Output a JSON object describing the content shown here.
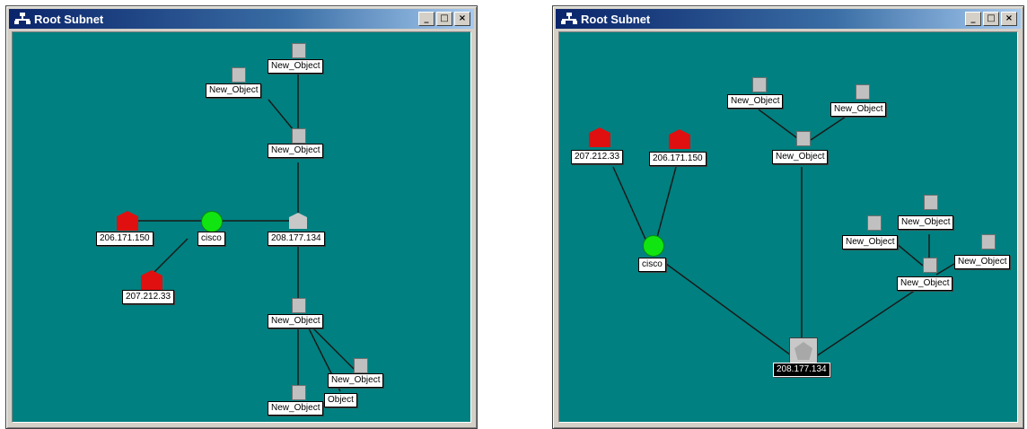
{
  "colors": {
    "canvas": "#008080",
    "router_red": "#e01010",
    "cisco_green": "#11e511",
    "object_gray": "#c0c0c0"
  },
  "windows": [
    {
      "title": "Root Subnet",
      "controls": {
        "minimize": "_",
        "maximize": "□",
        "close": "×"
      },
      "nodes": [
        {
          "label": "New_Object",
          "icon": "square-object-icon"
        },
        {
          "label": "New_Object",
          "icon": "square-object-icon"
        },
        {
          "label": "New_Object",
          "icon": "square-object-icon"
        },
        {
          "label": "206.171.150",
          "icon": "red-hexagon-icon"
        },
        {
          "label": "cisco",
          "icon": "green-circle-icon"
        },
        {
          "label": "208.177.134",
          "icon": "gray-hexagon-icon"
        },
        {
          "label": "207.212.33",
          "icon": "red-hexagon-icon"
        },
        {
          "label": "New_Object",
          "icon": "square-object-icon"
        },
        {
          "label": "New_Object",
          "icon": "square-object-icon"
        },
        {
          "label": "Object",
          "icon": "square-object-icon"
        },
        {
          "label": "New_Object",
          "icon": "square-object-icon"
        }
      ]
    },
    {
      "title": "Root Subnet",
      "controls": {
        "minimize": "_",
        "maximize": "□",
        "close": "×"
      },
      "nodes": [
        {
          "label": "New_Object",
          "icon": "square-object-icon"
        },
        {
          "label": "New_Object",
          "icon": "square-object-icon"
        },
        {
          "label": "New_Object",
          "icon": "square-object-icon"
        },
        {
          "label": "207.212.33",
          "icon": "red-hexagon-icon"
        },
        {
          "label": "206.171.150",
          "icon": "red-hexagon-icon"
        },
        {
          "label": "cisco",
          "icon": "green-circle-icon"
        },
        {
          "label": "New_Object",
          "icon": "square-object-icon"
        },
        {
          "label": "New_Object",
          "icon": "square-object-icon"
        },
        {
          "label": "New_Object",
          "icon": "square-object-icon"
        },
        {
          "label": "New_Object",
          "icon": "square-object-icon"
        },
        {
          "label": "208.177.134",
          "icon": "gray-hexagon-icon",
          "selected": true
        }
      ]
    }
  ]
}
